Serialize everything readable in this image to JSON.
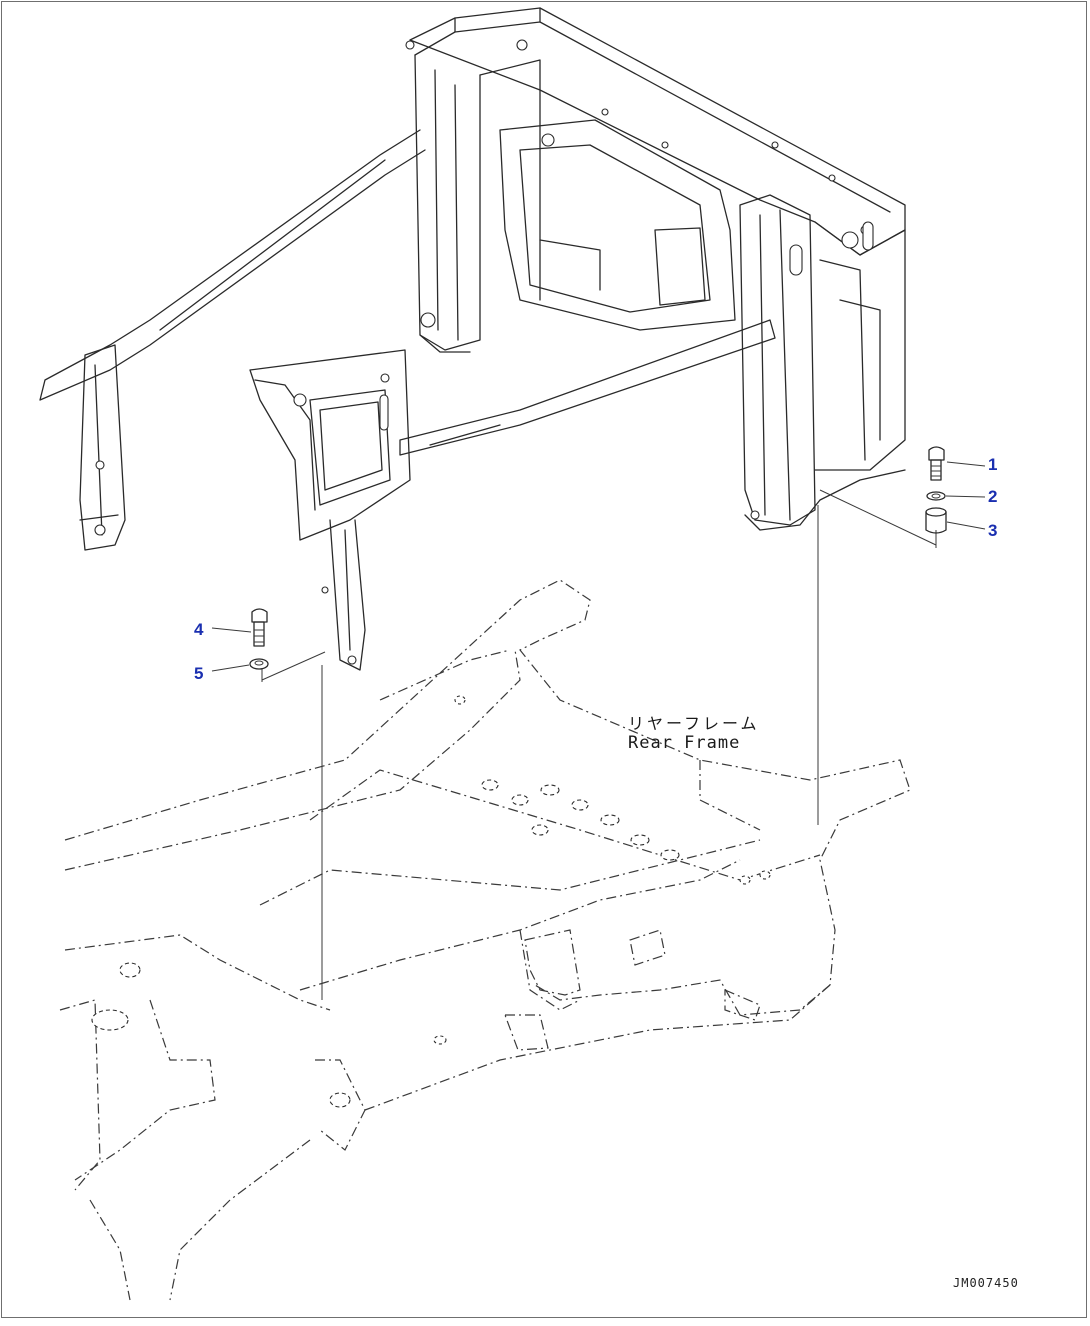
{
  "callouts": [
    {
      "number": "1",
      "part": "bolt"
    },
    {
      "number": "2",
      "part": "washer"
    },
    {
      "number": "3",
      "part": "spacer"
    },
    {
      "number": "4",
      "part": "bolt"
    },
    {
      "number": "5",
      "part": "washer"
    }
  ],
  "labels": {
    "frame_jp": "リヤーフレーム",
    "frame_en": "Rear Frame"
  },
  "drawing_id": "JM007450",
  "colors": {
    "callout": "#1a2fb0",
    "line": "#2a2a2a",
    "border": "#6f6f6f",
    "background": "#ffffff"
  }
}
